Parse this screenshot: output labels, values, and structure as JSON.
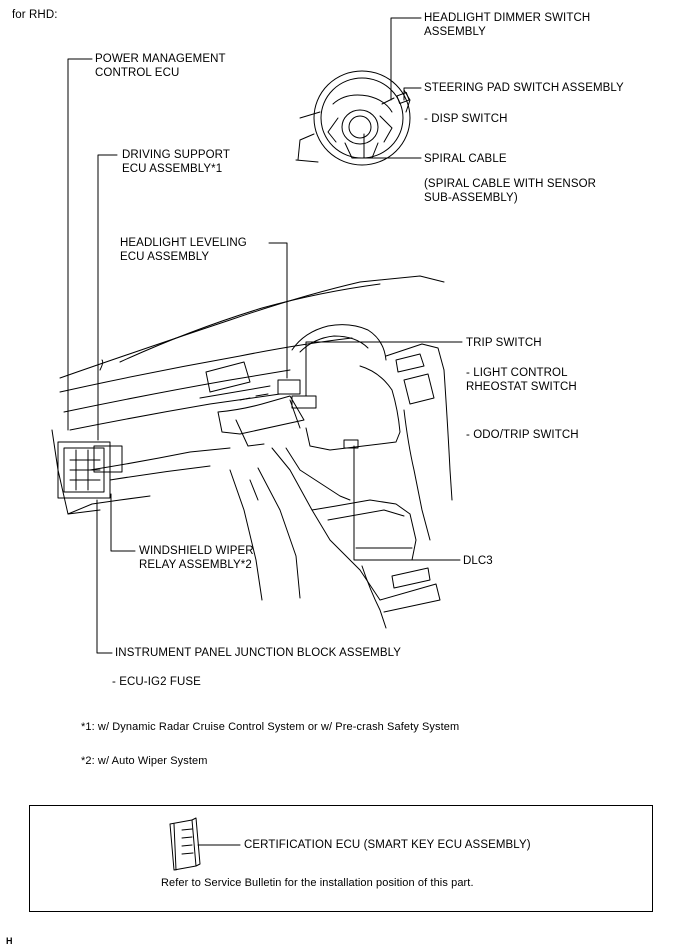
{
  "header": {
    "variant": "for RHD:"
  },
  "labels": {
    "power_mgmt": [
      "POWER MANAGEMENT",
      "CONTROL ECU"
    ],
    "driving_support": [
      "DRIVING SUPPORT",
      "ECU ASSEMBLY*1"
    ],
    "headlight_leveling": [
      "HEADLIGHT LEVELING",
      "ECU ASSEMBLY"
    ],
    "headlight_dimmer": [
      "HEADLIGHT DIMMER SWITCH",
      "ASSEMBLY"
    ],
    "steering_pad": "STEERING PAD SWITCH ASSEMBLY",
    "disp_switch": "- DISP SWITCH",
    "spiral_cable": "SPIRAL CABLE",
    "spiral_cable_sensor": [
      "(SPIRAL CABLE WITH SENSOR",
      "SUB-ASSEMBLY)"
    ],
    "trip_switch": "TRIP SWITCH",
    "light_control": [
      "- LIGHT CONTROL",
      "RHEOSTAT SWITCH"
    ],
    "odo_trip": "- ODO/TRIP SWITCH",
    "dlc3": "DLC3",
    "wiper_relay": [
      "WINDSHIELD WIPER",
      "RELAY ASSEMBLY*2"
    ],
    "junction_block": "INSTRUMENT PANEL JUNCTION BLOCK ASSEMBLY",
    "ecu_ig2_fuse": "- ECU-IG2 FUSE"
  },
  "footnotes": {
    "note1": "*1: w/ Dynamic Radar Cruise Control System or w/ Pre-crash Safety System",
    "note2": "*2: w/ Auto Wiper System"
  },
  "certification_box": {
    "label": "CERTIFICATION ECU (SMART KEY ECU ASSEMBLY)",
    "note": "Refer to Service Bulletin for the installation position of this part."
  },
  "corner_mark": "H"
}
